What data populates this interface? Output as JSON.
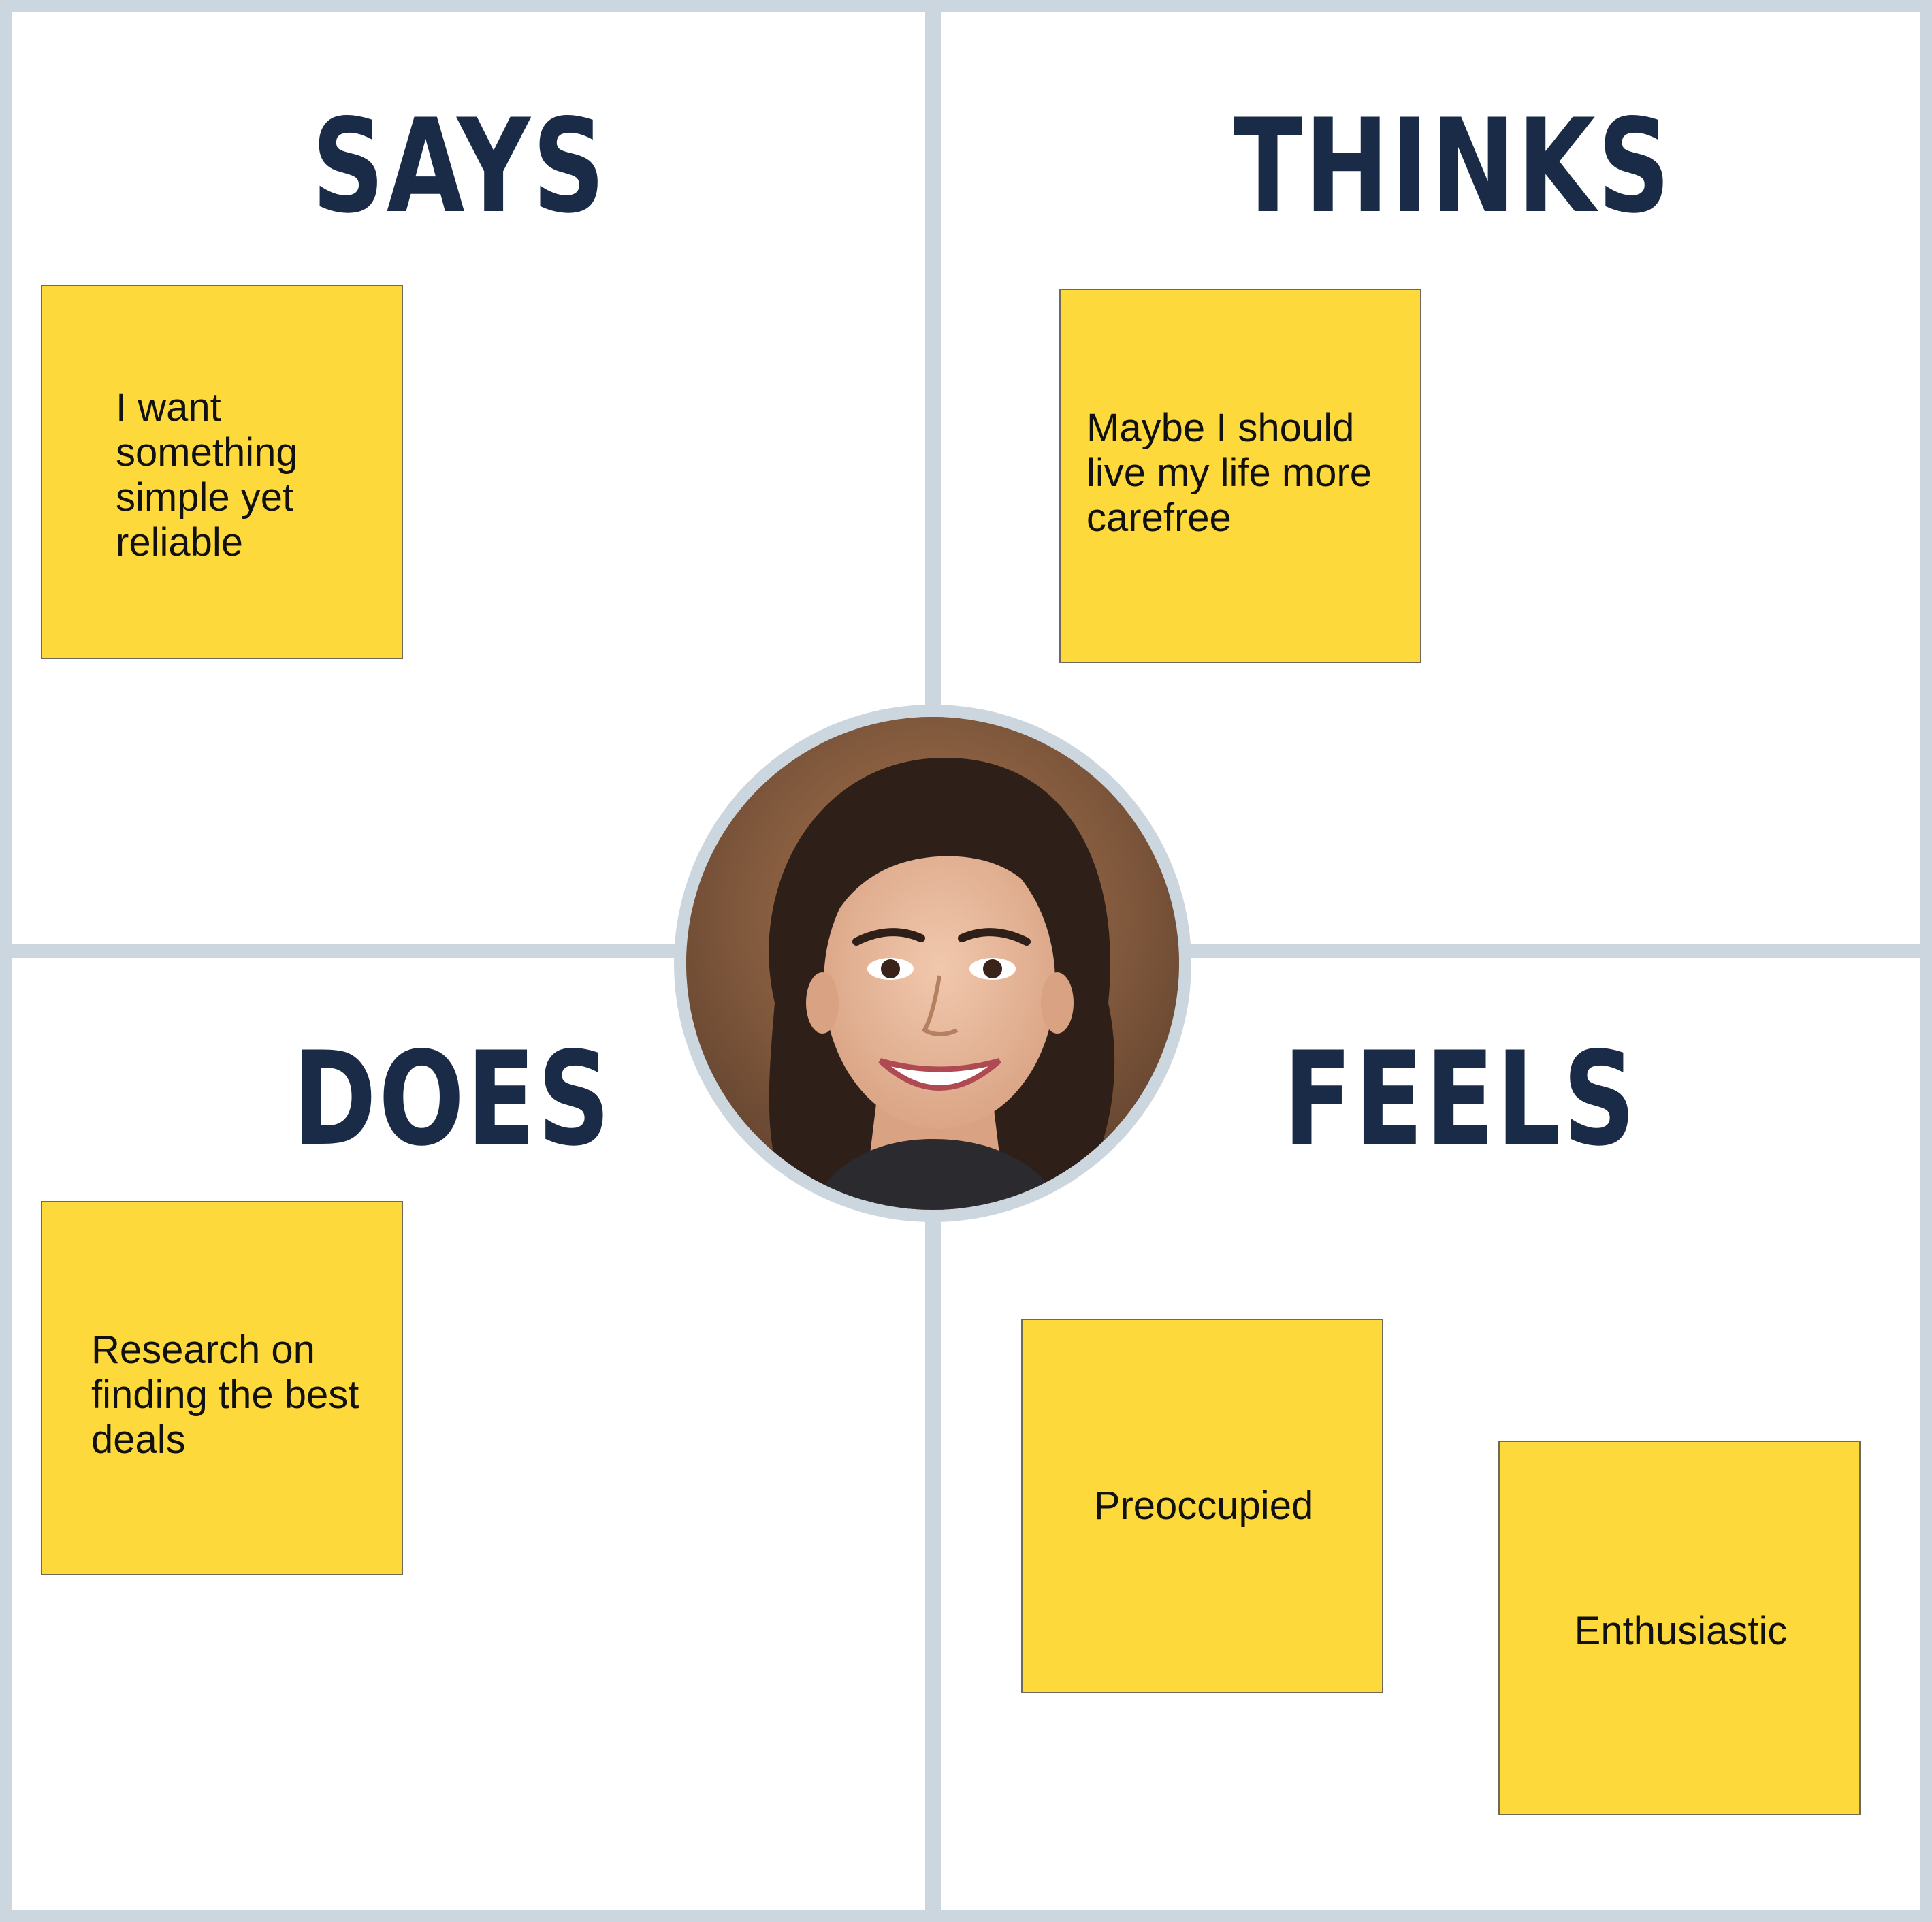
{
  "quadrants": {
    "says": {
      "title": "SAYS",
      "notes": [
        "I want something simple yet reliable"
      ]
    },
    "thinks": {
      "title": "THINKS",
      "notes": [
        "Maybe I should live my life more carefree"
      ]
    },
    "does": {
      "title": "DOES",
      "notes": [
        "Research on finding the best deals"
      ]
    },
    "feels": {
      "title": "FEELS",
      "notes": [
        "Preoccupied",
        "Enthusiastic"
      ]
    }
  },
  "colors": {
    "board_background": "#ccd6df",
    "quadrant_fill": "#ffffff",
    "heading": "#1a2b48",
    "sticky_note": "#fdd93c"
  },
  "avatar": {
    "icon": "user-portrait-photo"
  }
}
